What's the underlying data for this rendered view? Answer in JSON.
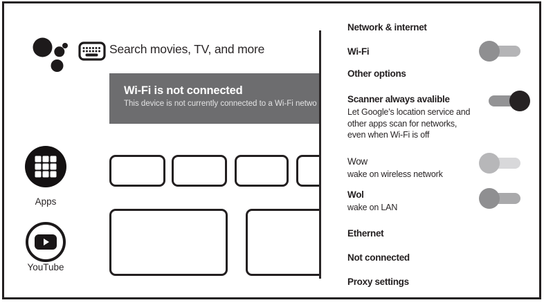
{
  "search": {
    "placeholder": "Search movies, TV, and more"
  },
  "banner": {
    "title": "Wi-Fi is not connected",
    "subtitle": "This device is not currently connected to a Wi-Fi netwo"
  },
  "launcher": {
    "apps_label": "Apps",
    "youtube_label": "YouTube"
  },
  "settings_panel": {
    "title": "Network & internet",
    "items": [
      {
        "label": "Wi-Fi",
        "toggle": "off"
      },
      {
        "label": "Other options"
      },
      {
        "label": "Scanner always avalible",
        "toggle": "on",
        "description_lines": [
          "Let Google’s location service and",
          "other apps scan for networks,",
          "even when Wi-Fi is off"
        ]
      },
      {
        "label": "Wow",
        "description": "wake on wireless network",
        "toggle": "off"
      },
      {
        "label": "Wol",
        "description": "wake on LAN",
        "toggle": "off"
      },
      {
        "label": "Ethernet"
      },
      {
        "label": "Not connected"
      },
      {
        "label": "Proxy settings"
      }
    ]
  },
  "colors": {
    "toggle_on_knob": "#262223",
    "toggle_on_track": "#939395",
    "toggle_off_knob": "#8f8f91",
    "toggle_off_track": "#b4b4b6",
    "toggle_off_light_knob": "#b7b7b9",
    "toggle_off_light_track": "#d8d8da",
    "banner_bg": "#6d6d6f",
    "text": "#231f20"
  }
}
